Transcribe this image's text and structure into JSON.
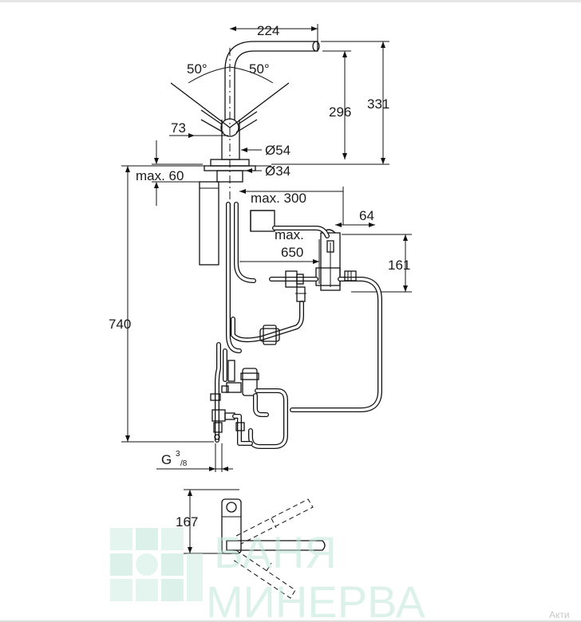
{
  "dimensions": {
    "spout_reach": "224",
    "angle_left": "50°",
    "angle_right": "50°",
    "height_296": "296",
    "height_331": "331",
    "lever_73": "73",
    "dia_54": "Ø54",
    "dia_34": "Ø34",
    "max_60": "max. 60",
    "max_300": "max. 300",
    "box_64": "64",
    "max_650_a": "max.",
    "max_650_b": "650",
    "box_161": "161",
    "total_740": "740",
    "thread_g": "G",
    "thread_num": "3",
    "thread_den": "/8",
    "top_view_167": "167"
  },
  "watermark": {
    "line1": "БАНЯ",
    "line2": "МИНЕРВА",
    "cut_text": "Акти"
  },
  "colors": {
    "watermark": "#bfe6da",
    "watermark_tiles": "#cfeee3"
  }
}
